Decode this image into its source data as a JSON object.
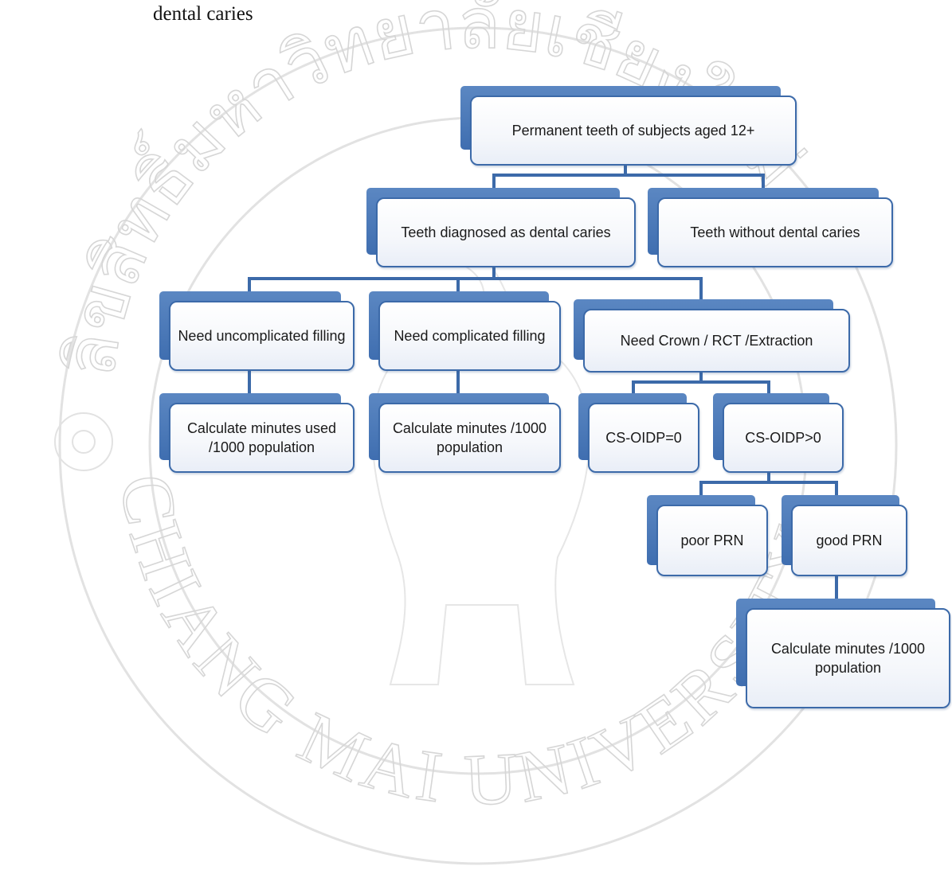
{
  "heading": "dental caries",
  "watermark": {
    "text": "CHIANG MAI UNIVERSITY",
    "thai": "ลิขสิทธิ์มหาวิทยาลัยเชียงใหม่"
  },
  "diagram": {
    "nodes": {
      "root": "Permanent teeth of subjects aged 12+",
      "caries": "Teeth diagnosed as dental caries",
      "no_caries": "Teeth without dental caries",
      "uncomplicated": "Need uncomplicated filling",
      "complicated": "Need complicated filling",
      "crown": "Need  Crown / RCT /Extraction",
      "calc_uncomplicated": "Calculate minutes used /1000 population",
      "calc_complicated": "Calculate minutes /1000 population",
      "oidp_zero": "CS-OIDP=0",
      "oidp_pos": "CS-OIDP>0",
      "poor_prn": "poor PRN",
      "good_prn": "good PRN",
      "calc_good": "Calculate minutes /1000 population"
    }
  },
  "colors": {
    "tab": "#4a78b8",
    "border": "#3c6aa9",
    "line": "#3c6aa9"
  }
}
